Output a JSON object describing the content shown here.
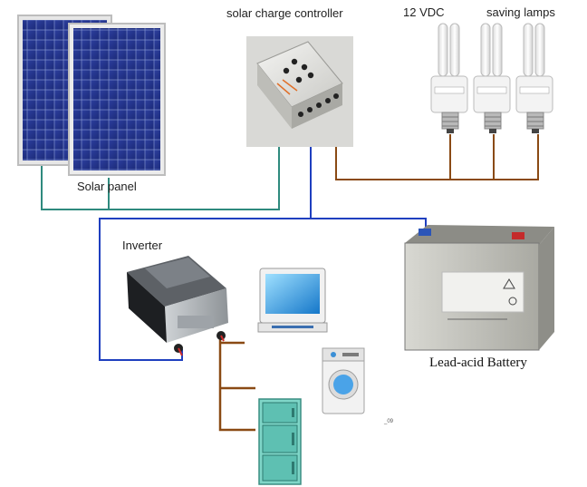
{
  "labels": {
    "controller": "solar charge controller",
    "voltage": "12 VDC",
    "lamps": "saving lamps",
    "panel": "Solar panel",
    "inverter": "Inverter",
    "battery": "Lead-acid Battery",
    "footnote": "_09"
  },
  "colors": {
    "wire_green": "#2f8a7e",
    "wire_blue": "#1f3fbf",
    "wire_brown": "#8a4a14"
  },
  "components": {
    "solar_panels": [
      "solar-panel-back",
      "solar-panel-front"
    ],
    "lamps": [
      "lamp-1",
      "lamp-2",
      "lamp-3"
    ],
    "appliances": [
      "tv-monitor",
      "washing-machine",
      "refrigerator"
    ]
  }
}
